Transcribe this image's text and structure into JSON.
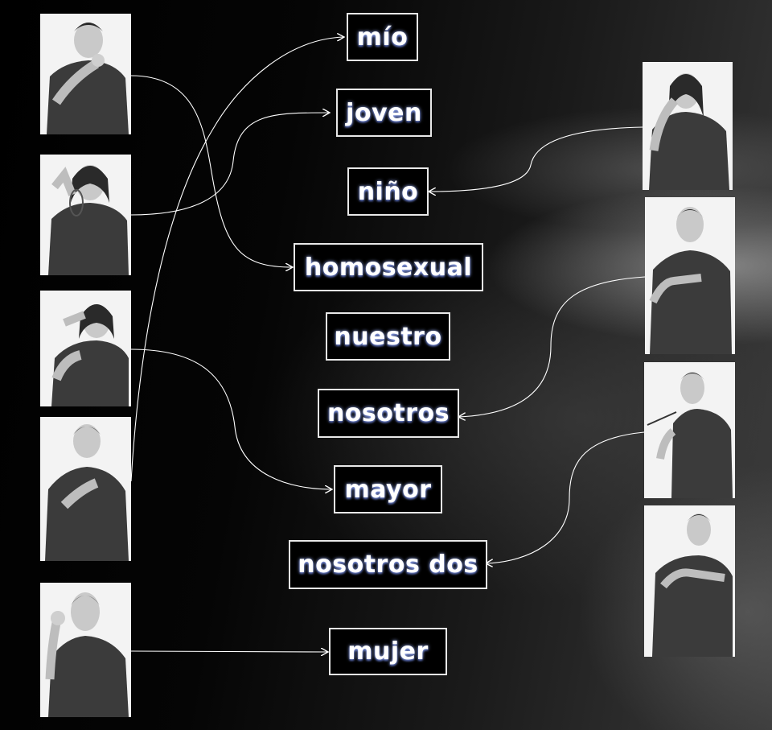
{
  "words": {
    "mio": "mío",
    "joven": "joven",
    "nino": "niño",
    "homosexual": "homosexual",
    "nuestro": "nuestro",
    "nosotros": "nosotros",
    "mayor": "mayor",
    "nosotros_dos": "nosotros dos",
    "mujer": "mujer"
  },
  "colors": {
    "background": "#000000",
    "box_border": "#e8e8e8",
    "text": "#ffffff",
    "text_glow": "#9fb4ff",
    "photo_bg": "#f3f3f3",
    "shirt": "#3b3b3b",
    "skin": "#cfcfcf"
  },
  "icons": {
    "photo": "person-signing-photo",
    "connector": "curved-arrow"
  }
}
